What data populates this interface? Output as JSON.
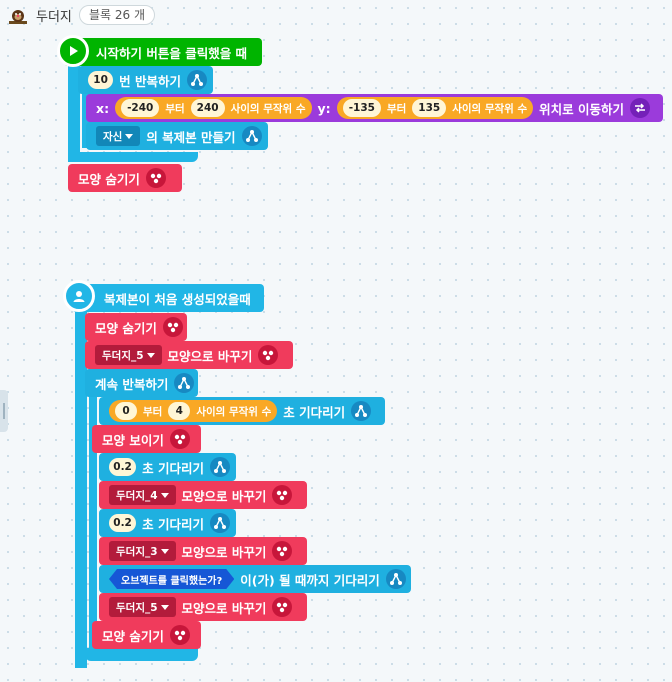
{
  "header": {
    "sprite_name": "두더지",
    "block_count": "블록 26 개"
  },
  "colors": {
    "start": "#00b400",
    "flow": "#1fb0e0",
    "looks": "#f03b5c",
    "motion": "#9b3bdb",
    "calc": "#f9a825"
  },
  "script1": {
    "hat": "시작하기 버튼을 클릭했을 때",
    "repeat_count": "10",
    "repeat_label": "번 반복하기",
    "move": {
      "x_label": "x:",
      "x_min": "-240",
      "x_mid": "부터",
      "x_max": "240",
      "x_rand": "사이의 무작위 수",
      "y_label": "y:",
      "y_min": "-135",
      "y_mid": "부터",
      "y_max": "135",
      "y_rand": "사이의 무작위 수",
      "suffix": "위치로 이동하기"
    },
    "clone_target": "자신",
    "clone_label": "의 복제본 만들기",
    "hide": "모양 숨기기"
  },
  "script2": {
    "hat": "복제본이 처음 생성되었을때",
    "hide1": "모양 숨기기",
    "shape1": "두더지_5",
    "change_label": "모양으로 바꾸기",
    "forever": "계속 반복하기",
    "wait_min": "0",
    "wait_mid": "부터",
    "wait_max": "4",
    "wait_rand": "사이의 무작위 수",
    "wait_suffix": "초 기다리기",
    "show": "모양 보이기",
    "wait_02a": "0.2",
    "wait_label": "초 기다리기",
    "shape2": "두더지_4",
    "wait_02b": "0.2",
    "shape3": "두더지_3",
    "cond": "오브젝트를 클릭했는가?",
    "cond_suffix": "이(가) 될 때까지 기다리기",
    "shape4": "두더지_5",
    "hide2": "모양 숨기기"
  }
}
